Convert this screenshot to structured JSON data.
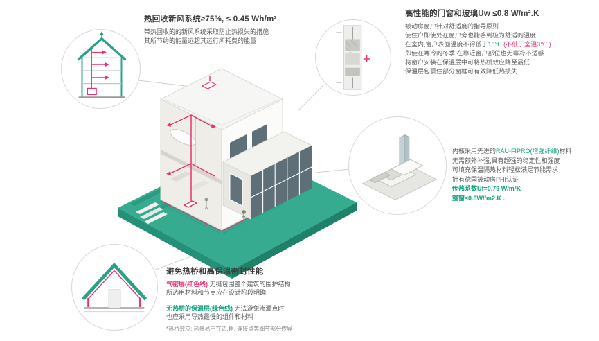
{
  "colors": {
    "teal": "#2aa189",
    "green": "#0fa37d",
    "red": "#e8336d",
    "dark": "#3d3d3d"
  },
  "ventilation": {
    "title": "热回收新风系统≥75%, ≤ 0.45 Wh/m³",
    "body1": "带热回收的的新风系统采取防止热损失的措施",
    "body2": "其所节约的能量远超其运行所耗费的能量"
  },
  "windows": {
    "title": "高性能的门窗和玻璃Uw ≤0.8 W/m².K",
    "line1": "被动房窗户针对舒适度的指导原则",
    "line2": "使住户即使处在窗户旁也能感到极为舒适的温度",
    "line3_pre": "在室内,窗户表面温度不得低于",
    "line3_green": "18℃",
    "line3_red": " (不低于室温3℃ )",
    "line4": "即使在寒冷的冬季,在靠近窗户部位也无寒冷不适感",
    "line5": "将窗户安装在保温层中可将热桥效应降至最低",
    "line6": "保温层包裹住部分窗框可有效降低热损失"
  },
  "profile": {
    "line1_pre": "内核采用先进的",
    "line1_green": "RAU-FIPRO(增强纤维)",
    "line1_post": "材料",
    "line2": "无需额外补强,具有超强的稳定性和强度",
    "line3": "可填充保温隔热材料轻松满足节能需求",
    "line4": "拥有德国被动房PHI认证",
    "uf": "传热系数Uf=0.79 W/m²K",
    "uw": "整窗≤0.8W//m2.K ."
  },
  "bridge": {
    "title": "避免热桥和高保温密封性能",
    "red_label": "气密层(红色线)",
    "red_rest": " 无缝包围整个建筑的围护结构",
    "line2": "所选用材料和节点应在设计阶段明确",
    "green_label": "无热桥的保温层(绿色线)",
    "green_rest": " 无法避免渗漏点时",
    "line4": "也应采用导热最慢的组件和材料",
    "footnote": "*热桥效应: 热量易于在边,角, 连接点等细节部分传导"
  }
}
